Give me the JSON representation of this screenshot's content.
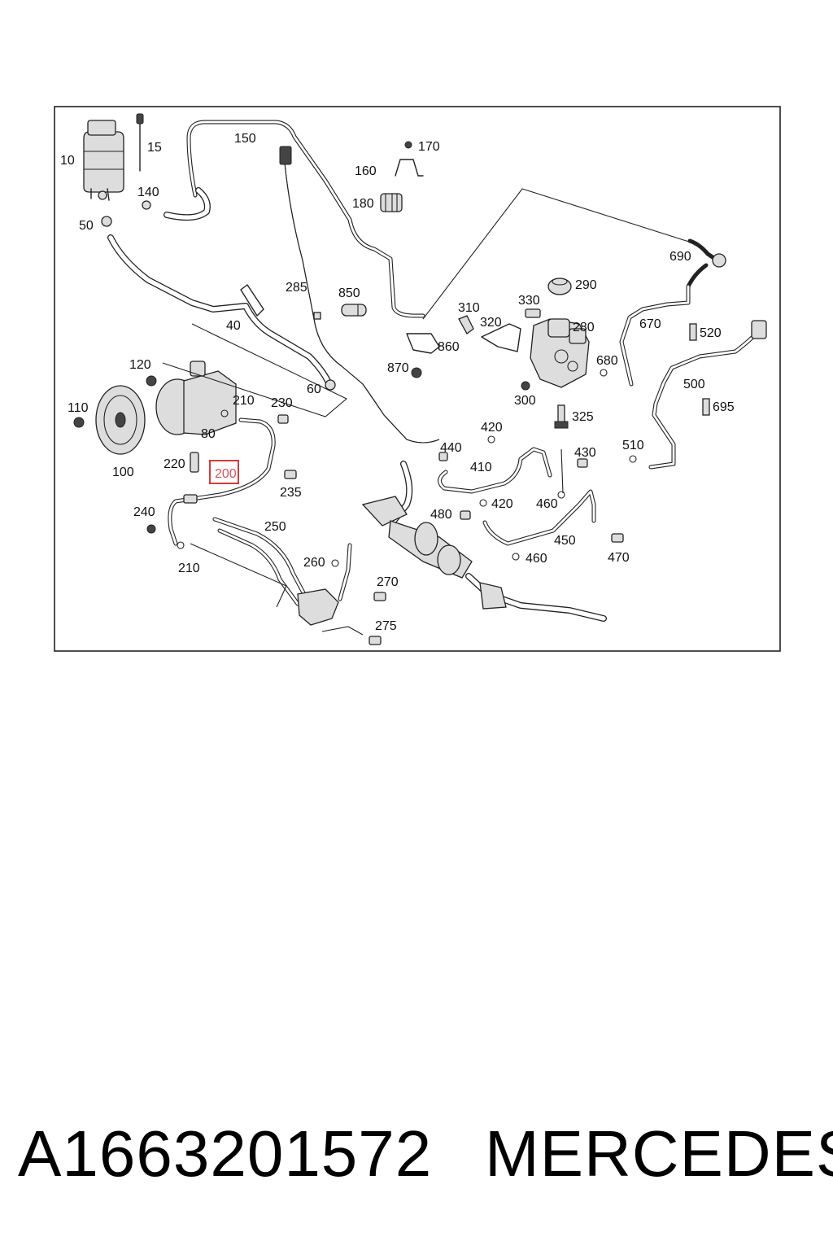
{
  "diagram": {
    "callouts": [
      "10",
      "15",
      "150",
      "170",
      "160",
      "180",
      "140",
      "50",
      "285",
      "850",
      "40",
      "310",
      "320",
      "330",
      "290",
      "690",
      "670",
      "520",
      "280",
      "860",
      "870",
      "680",
      "120",
      "60",
      "210",
      "230",
      "300",
      "500",
      "695",
      "110",
      "80",
      "325",
      "420",
      "440",
      "510",
      "100",
      "220",
      "200",
      "235",
      "410",
      "430",
      "420",
      "460",
      "480",
      "240",
      "250",
      "450",
      "460",
      "470",
      "260",
      "210",
      "270",
      "275"
    ],
    "highlighted": "200"
  },
  "footer": {
    "part_number": "A1663201572",
    "brand": "MERCEDES"
  }
}
